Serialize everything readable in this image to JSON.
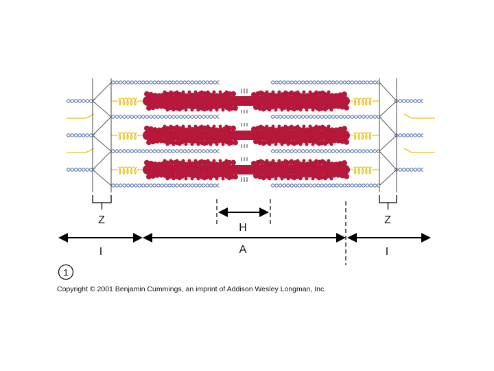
{
  "diagram": {
    "labels": {
      "z_left": "Z",
      "z_right": "Z",
      "h_zone": "H",
      "i_band_left": "I",
      "a_band": "A",
      "i_band_right": "I",
      "step_number": "1"
    },
    "copyright": "Copyright © 2001 Benjamin Cummings, an imprint of Addison Wesley Longman, Inc.",
    "colors": {
      "myosin": "#b5183a",
      "actin": "#6d85b8",
      "titin": "#e8c21c",
      "z_disc": "#555555",
      "arrow": "#000000"
    }
  }
}
